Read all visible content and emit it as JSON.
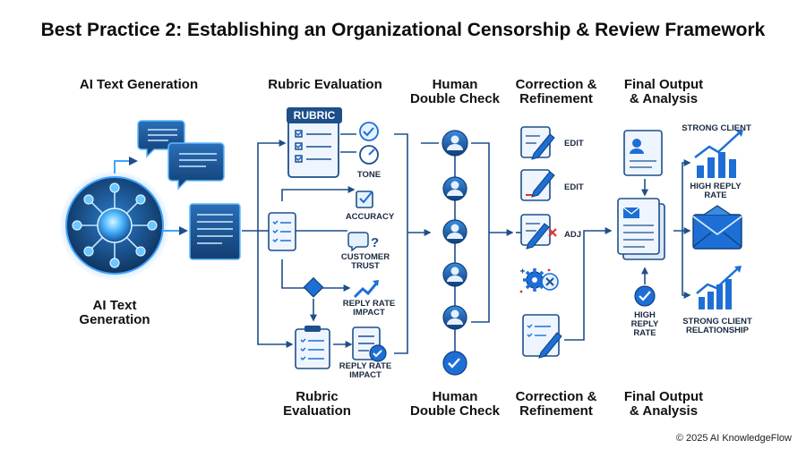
{
  "title": "Best Practice 2: Establishing an Organizational Censorship & Review Framework",
  "headers": {
    "ai": "AI Text Generation",
    "rubric": "Rubric Evaluation",
    "human": "Human Double Check",
    "correction": "Correction & Refinement",
    "final": "Final Output & Analysis"
  },
  "footers": {
    "ai": "AI Text Generation",
    "rubric": "Rubric Evaluation",
    "human": "Human Double Check",
    "correction": "Correction & Refinement",
    "final": "Final Output & Analysis"
  },
  "rubric_badge": "RUBRIC",
  "rubric_labels": {
    "tone": "TONE",
    "accuracy": "ACCURACY",
    "trust": "CUSTOMER TRUST",
    "impact": "REPLY RATE IMPACT",
    "impact2": "REPLY RATE IMPACT"
  },
  "correction_labels": {
    "edit1": "EDIT",
    "edit2": "EDIT",
    "adj": "ADJ"
  },
  "final_labels": {
    "strong_client": "STRONG CLIENT",
    "high_reply": "HIGH REPLY RATE",
    "high_reply2": "HIGH REPLY RATE",
    "relationship": "STRONG CLIENT RELATIONSHIP"
  },
  "copyright": "© 2025 AI KnowledgeFlow",
  "colors": {
    "accent": "#1d6fd6",
    "dark": "#1d4f8a",
    "glow": "#4fb8ff",
    "navy": "#0f2a4a"
  }
}
